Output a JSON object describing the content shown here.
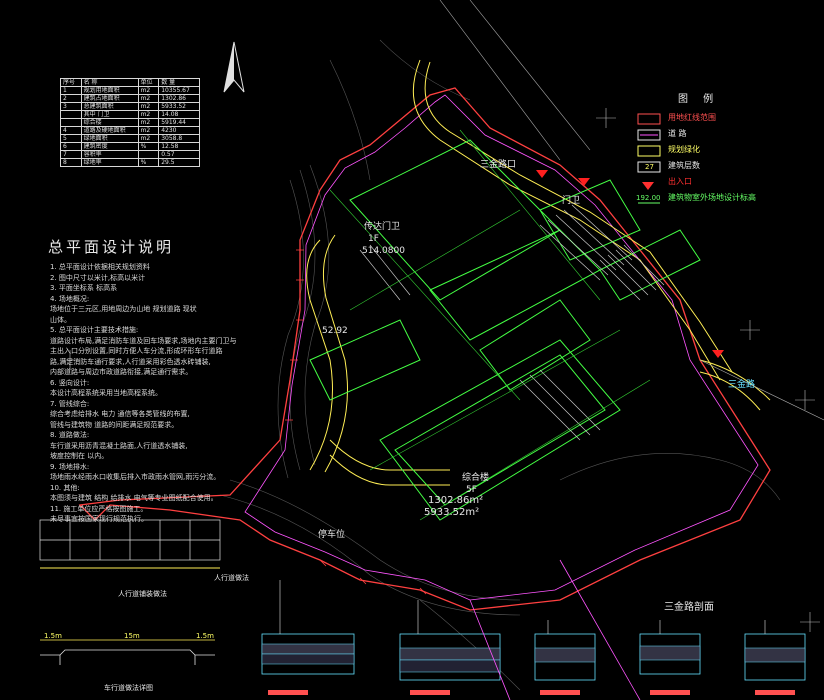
{
  "drawing": {
    "title": "总平面设计说明",
    "notes": [
      "1. 总平面设计依据相关规划资料",
      "2. 图中尺寸以米计,标高以米计",
      "3. 平面坐标系    标高系",
      "4. 场地概况:",
      "场地位于三元区,用地周边为山地 规划道路 现状",
      "山体。",
      "5. 总平面设计主要技术措施:",
      "道路设计布局,满足消防车道及回车场要求,场地内主要门卫与",
      "主出入口分别设置,同时方便人车分流,形成环形车行道路",
      "路,满足消防车通行要求,人行道采用彩色透水砖铺装,",
      "内部道路与周边市政道路衔接,满足通行需求。",
      "6. 竖向设计:",
      "本设计高程系统采用当地高程系统。",
      "7. 管线综合:",
      "综合考虑给排水 电力 通信等各类管线的布置,",
      "管线与建筑物 道路的间距满足规范要求。",
      "8. 道路做法:",
      "车行道采用沥青混凝土路面,人行道透水铺装,",
      "坡度控制在   以内。",
      "9. 场地排水:",
      "场地雨水经雨水口收集后排入市政雨水管网,雨污分流。",
      "10. 其他:",
      "本图须与建筑 结构 给排水 电气等专业图纸配合使用。",
      "11. 施工单位应严格按图施工。",
      "未尽事宜按国家现行规范执行。"
    ]
  },
  "area_table": {
    "rows": [
      [
        "序号",
        "名 称",
        "单位",
        "数 量"
      ],
      [
        "1",
        "规划用地面积",
        "m2",
        "10355.67"
      ],
      [
        "2",
        "建筑占地面积",
        "m2",
        "1302.86"
      ],
      [
        "3",
        "总建筑面积",
        "m2",
        "5933.52"
      ],
      [
        "",
        "其中 门卫",
        "m2",
        "14.08"
      ],
      [
        "",
        "综合楼",
        "m2",
        "5919.44"
      ],
      [
        "4",
        "道路及硬地面积",
        "m2",
        "4230"
      ],
      [
        "5",
        "绿地面积",
        "m2",
        "3058.8"
      ],
      [
        "6",
        "建筑密度",
        "%",
        "12.58"
      ],
      [
        "7",
        "容积率",
        "",
        "0.57"
      ],
      [
        "8",
        "绿地率",
        "%",
        "29.5"
      ]
    ]
  },
  "legend": {
    "title": "图 例",
    "items": [
      {
        "label": "用地红线范围",
        "color": "#ff5050"
      },
      {
        "label": "道 路",
        "color": "#e8e8e8"
      },
      {
        "label": "规划绿化",
        "color": "#ffff66"
      },
      {
        "label": "建筑层数",
        "color": "#e8e8e8"
      },
      {
        "label": "出入口",
        "color": "#ff3030"
      },
      {
        "label": "建筑物室外场地设计标高",
        "color": "#66ff66"
      }
    ],
    "level_mark": "27",
    "elev_mark": "192.00"
  },
  "buildings": {
    "guard_name": "传达门卫",
    "guard_floors": "1F",
    "guard_elev": "514.0800",
    "main_name": "综合楼",
    "main_floors": "5F",
    "main_area1": "1302.86m²",
    "main_area2": "5933.52m²",
    "gate": "门卫",
    "road_label": "三金路",
    "road_label2": "三金路口",
    "area_label": "52.92",
    "parking": "停车位"
  },
  "details": {
    "section1_title": "人行道铺装做法",
    "section2_title": "车行道做法详图",
    "section3_title": "人行道做法",
    "section4_title": "三金路剖面",
    "dims": [
      "1.5m",
      "15m",
      "1.5m"
    ]
  }
}
